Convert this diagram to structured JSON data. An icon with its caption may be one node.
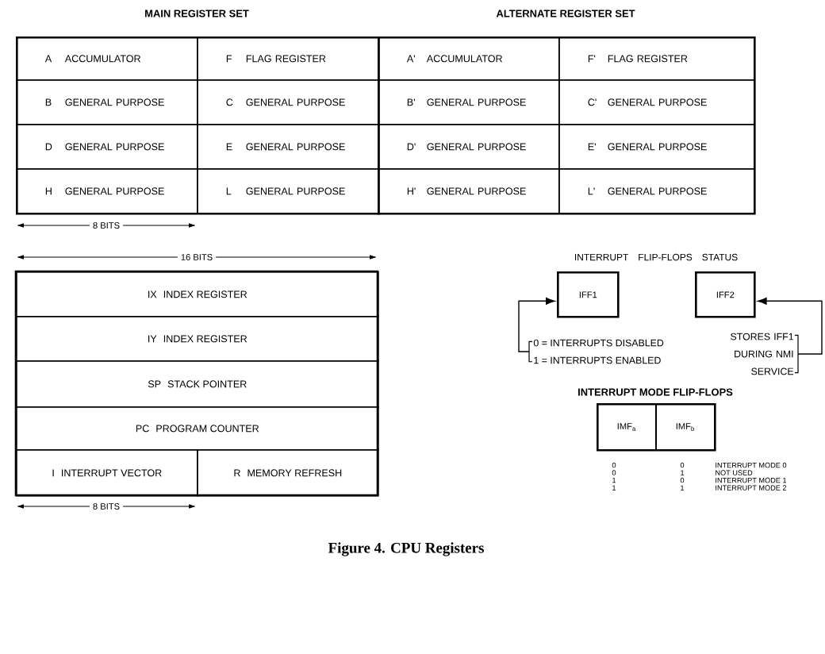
{
  "diagram": {
    "caption": "Figure 4. CPU Registers",
    "nodes": [
      {
        "text": [
          "MAIN REGISTER SET"
        ]
      },
      {
        "text": [
          "A",
          "ACCUMULATOR"
        ],
        "in": 0
      },
      {
        "text": [
          "F",
          "FLAG REGISTER"
        ],
        "in": 0
      },
      {
        "text": [
          "B",
          "GENERAL PURPOSE"
        ],
        "in": 0
      },
      {
        "text": [
          "C",
          "GENERAL PURPOSE"
        ],
        "in": 0
      },
      {
        "text": [
          "D",
          "GENERAL PURPOSE"
        ],
        "in": 0
      },
      {
        "text": [
          "E",
          "GENERAL PURPOSE"
        ],
        "in": 0
      },
      {
        "text": [
          "H",
          "GENERAL PURPOSE"
        ],
        "in": 0
      },
      {
        "text": [
          "L",
          "GENERAL PURPOSE"
        ],
        "in": 0
      },
      {
        "text": [
          "ALTERNATE REGISTER SET"
        ]
      },
      {
        "text": [
          "A'",
          "ACCUMULATOR"
        ],
        "in": 9
      },
      {
        "text": [
          "F'",
          "FLAG REGISTER"
        ],
        "in": 9
      },
      {
        "text": [
          "B'",
          "GENERAL PURPOSE"
        ],
        "in": 9
      },
      {
        "text": [
          "C'",
          "GENERAL PURPOSE"
        ],
        "in": 9
      },
      {
        "text": [
          "D'",
          "GENERAL PURPOSE"
        ],
        "in": 9
      },
      {
        "text": [
          "E'",
          "GENERAL PURPOSE"
        ],
        "in": 9
      },
      {
        "text": [
          "H'",
          "GENERAL PURPOSE"
        ],
        "in": 9
      },
      {
        "text": [
          "L'",
          "GENERAL PURPOSE"
        ],
        "in": 9
      },
      {
        "text": [
          "IX",
          "INDEX REGISTER"
        ]
      },
      {
        "text": [
          "IY",
          "INDEX REGISTER"
        ]
      },
      {
        "text": [
          "SP",
          "STACK POINTER"
        ]
      },
      {
        "text": [
          "PC",
          "PROGRAM COUNTER"
        ]
      },
      {
        "text": [
          "I",
          "INTERRUPT VECTOR"
        ]
      },
      {
        "text": [
          "R",
          "MEMORY REFRESH"
        ]
      },
      {
        "text": [
          "IFF1"
        ]
      },
      {
        "text": [
          "IFF2"
        ]
      },
      {
        "text": [
          "0 = INTERRUPTS DISABLED",
          "1 = INTERRUPTS ENABLED"
        ]
      },
      {
        "text": [
          "STORES IFF1 DURING NMI SERVICE"
        ]
      },
      {
        "text": [
          "INTERRUPT MODE FLIP-FLOPS"
        ]
      },
      {
        "text": [
          "IMF$_{a}$"
        ],
        "in": 28
      },
      {
        "text": [
          "IMF$_{b}$"
        ],
        "in": 28
      }
    ],
    "edges": [
      {
        "from": 26,
        "to": 24,
        "arrow": "to"
      },
      {
        "from": 27,
        "to": 25,
        "arrow": "to"
      }
    ],
    "labels": [
      "8 BITS",
      "16 BITS",
      "INTERRUPT FLIP-FLOPS STATUS",
      "0",
      "0",
      "INTERRUPT MODE 0",
      "0",
      "1",
      "NOT USED",
      "1",
      "0",
      "INTERRUPT MODE 1",
      "1",
      "1",
      "INTERRUPT MODE 2",
      "8 BITS"
    ]
  }
}
